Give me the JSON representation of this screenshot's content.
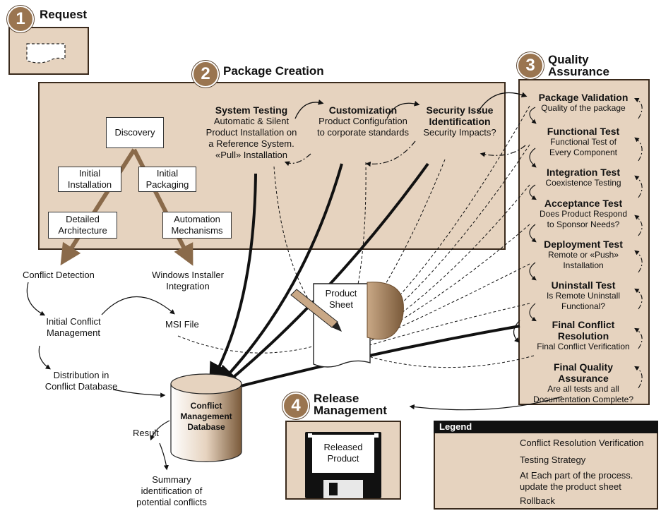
{
  "steps": {
    "request": {
      "num": "1",
      "title": "Request"
    },
    "package_creation": {
      "num": "2",
      "title": "Package Creation"
    },
    "quality_assurance": {
      "num": "3",
      "title_line1": "Quality",
      "title_line2": "Assurance"
    },
    "release_management": {
      "num": "4",
      "title_line1": "Release",
      "title_line2": "Management"
    }
  },
  "package": {
    "discovery": "Discovery",
    "initial_installation": [
      "Initial",
      "Installation"
    ],
    "initial_packaging": [
      "Initial",
      "Packaging"
    ],
    "detailed_architecture": [
      "Detailed",
      "Architecture"
    ],
    "automation_mechanisms": [
      "Automation",
      "Mechanisms"
    ],
    "system_testing": {
      "title": "System Testing",
      "lines": [
        "Automatic & Silent",
        "Product Installation on",
        "a Reference System.",
        "«Pull» Installation"
      ]
    },
    "customization": {
      "title": "Customization",
      "lines": [
        "Product Configuration",
        "to corporate standards"
      ]
    },
    "security": {
      "title_line1": "Security Issue",
      "title_line2": "Identification",
      "lines": [
        "Security Impacts?"
      ]
    }
  },
  "flow": {
    "conflict_detection": "Conflict Detection",
    "windows_installer": [
      "Windows Installer",
      "Integration"
    ],
    "initial_conflict": [
      "Initial Conflict",
      "Management"
    ],
    "msi_file": "MSI File",
    "distribution": [
      "Distribution in",
      "Conflict Database"
    ],
    "database": [
      "Conflict",
      "Management",
      "Database"
    ],
    "result": "Result",
    "summary": [
      "Summary",
      "identification of",
      "potential conflicts"
    ],
    "product_sheet": [
      "Product",
      "Sheet"
    ],
    "released_product": [
      "Released",
      "Product"
    ]
  },
  "qa_items": [
    {
      "title": "Package Validation",
      "lines": [
        "Quality of the package"
      ]
    },
    {
      "title": "Functional Test",
      "lines": [
        "Functional Test of",
        "Every Component"
      ]
    },
    {
      "title": "Integration Test",
      "lines": [
        "Coexistence Testing"
      ]
    },
    {
      "title": "Acceptance Test",
      "lines": [
        "Does Product Respond",
        "to Sponsor Needs?"
      ]
    },
    {
      "title": "Deployment Test",
      "lines": [
        "Remote or «Push»",
        "Installation"
      ]
    },
    {
      "title": "Uninstall Test",
      "lines": [
        "Is Remote Uninstall",
        "Functional?"
      ]
    },
    {
      "title": "Final Conflict",
      "title2": "Resolution",
      "lines": [
        "Final Conflict Verification"
      ]
    },
    {
      "title": "Final Quality",
      "title2": "Assurance",
      "lines": [
        "Are all tests and all",
        "Documentation Complete?"
      ]
    }
  ],
  "legend": {
    "header": "Legend",
    "items": [
      {
        "label": "Conflict Resolution Verification",
        "style": "thick-solid"
      },
      {
        "label": "Testing Strategy",
        "style": "thin-solid"
      },
      {
        "label": "At Each part of the process.",
        "label2": "update the product sheet",
        "style": "dashed"
      },
      {
        "label": "Rollback",
        "style": "dash-dot"
      }
    ]
  },
  "colors": {
    "panel": "#e6d3bf",
    "border": "#3a2a1c",
    "badge": "#9a7550",
    "legend_header": "#111111"
  }
}
